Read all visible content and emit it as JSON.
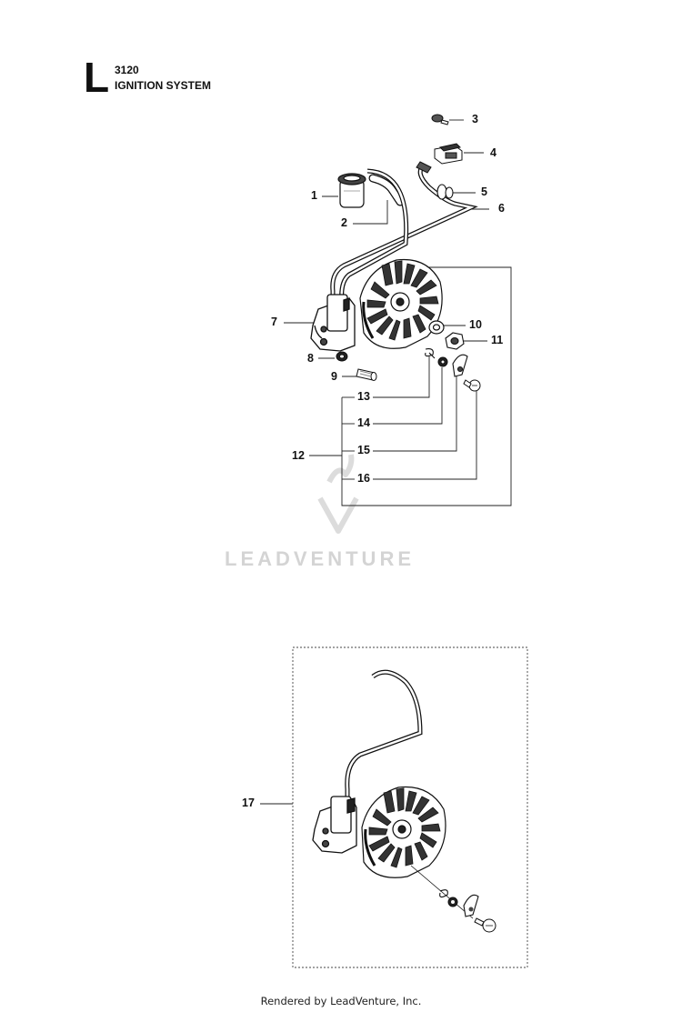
{
  "header": {
    "section_letter": "L",
    "model": "3120",
    "title": "IGNITION SYSTEM"
  },
  "callouts": [
    "1",
    "2",
    "3",
    "4",
    "5",
    "6",
    "7",
    "8",
    "9",
    "10",
    "11",
    "12",
    "13",
    "14",
    "15",
    "16",
    "17"
  ],
  "parts": [
    {
      "ref": "1",
      "icon": "cap-icon"
    },
    {
      "ref": "2",
      "icon": "hose-icon"
    },
    {
      "ref": "3",
      "icon": "screw-icon"
    },
    {
      "ref": "4",
      "icon": "switch-icon"
    },
    {
      "ref": "5",
      "icon": "grommet-icon"
    },
    {
      "ref": "6",
      "icon": "cable-icon"
    },
    {
      "ref": "7",
      "icon": "ignition-module-icon"
    },
    {
      "ref": "8",
      "icon": "washer-icon"
    },
    {
      "ref": "9",
      "icon": "bolt-icon"
    },
    {
      "ref": "10",
      "icon": "washer-icon"
    },
    {
      "ref": "11",
      "icon": "nut-icon"
    },
    {
      "ref": "12",
      "icon": "flywheel-icon"
    },
    {
      "ref": "13",
      "icon": "spring-icon"
    },
    {
      "ref": "14",
      "icon": "washer-icon"
    },
    {
      "ref": "15",
      "icon": "pawl-icon"
    },
    {
      "ref": "16",
      "icon": "screw-icon"
    },
    {
      "ref": "17",
      "icon": "ignition-kit-icon"
    }
  ],
  "watermark": "LEADVENTURE",
  "footer": "Rendered by LeadVenture, Inc."
}
